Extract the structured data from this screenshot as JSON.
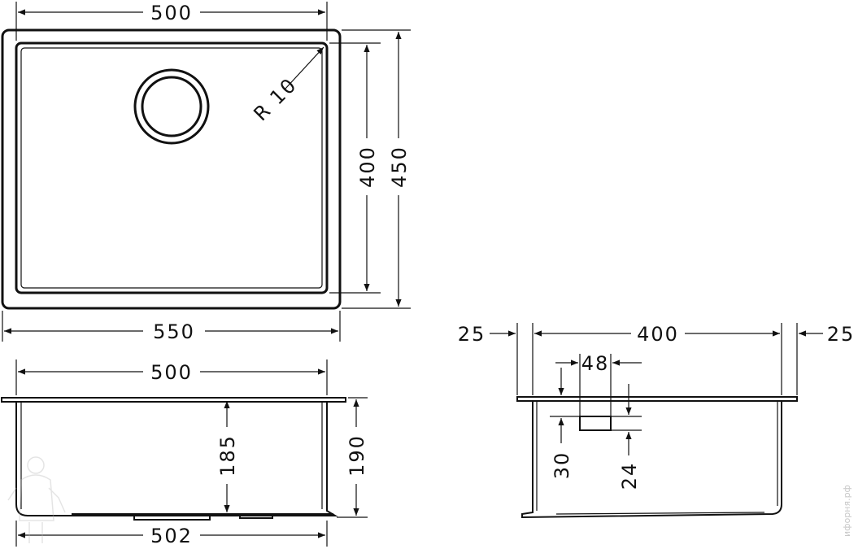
{
  "drawing": {
    "top_view": {
      "width_inner": "500",
      "width_outer": "550",
      "height_inner": "400",
      "height_outer": "450",
      "corner_radius": "R 10"
    },
    "front_view": {
      "width_top": "500",
      "width_bottom": "502",
      "depth_inner": "185",
      "depth_outer": "190"
    },
    "side_view": {
      "left_flange": "25",
      "inner_width": "400",
      "right_flange": "25",
      "overflow_width": "48",
      "overflow_from_top": "30",
      "overflow_height": "24"
    }
  },
  "watermark": "ифорня.рф"
}
